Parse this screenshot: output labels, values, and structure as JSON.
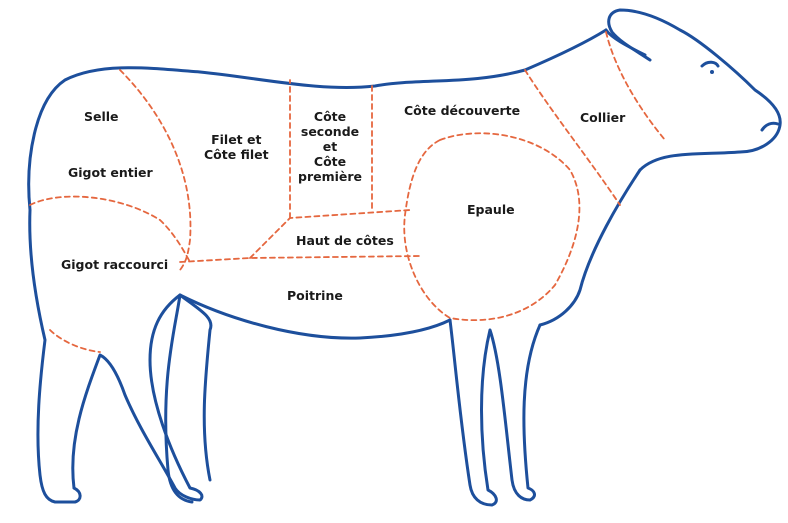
{
  "diagram": {
    "cuts": {
      "selle": "Selle",
      "gigot_entier": "Gigot entier",
      "gigot_raccourci": "Gigot raccourci",
      "filet_line1": "Filet et",
      "filet_line2": "Côte filet",
      "cote_seconde_1": "Côte",
      "cote_seconde_2": "seconde",
      "cote_seconde_3": "et",
      "cote_seconde_4": "Côte",
      "cote_seconde_5": "première",
      "cote_decouverte": "Côte découverte",
      "collier": "Collier",
      "epaule": "Epaule",
      "haut_de_cotes": "Haut de côtes",
      "poitrine": "Poitrine"
    },
    "colors": {
      "outline": "#1d4f9c",
      "cut_lines": "#e5673f",
      "label_text": "#1a1a1a"
    }
  }
}
